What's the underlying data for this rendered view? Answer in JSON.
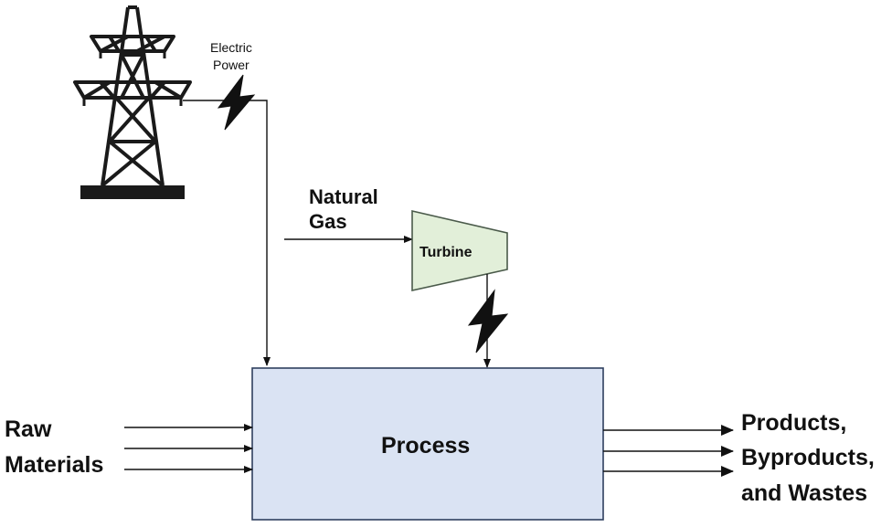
{
  "labels": {
    "electric_power_line1": "Electric",
    "electric_power_line2": "Power",
    "natural_gas_line1": "Natural",
    "natural_gas_line2": "Gas",
    "turbine": "Turbine",
    "process": "Process",
    "raw_materials_line1": "Raw",
    "raw_materials_line2": "Materials",
    "outputs_line1": "Products,",
    "outputs_line2": "Byproducts,",
    "outputs_line3": "and Wastes"
  },
  "colors": {
    "process_fill": "#dae3f3",
    "process_stroke": "#2f3f5f",
    "turbine_fill": "#e2efd9",
    "turbine_stroke": "#4a5a4a",
    "line": "#111111"
  },
  "icons": [
    "power-tower-icon",
    "lightning-bolt-icon"
  ]
}
